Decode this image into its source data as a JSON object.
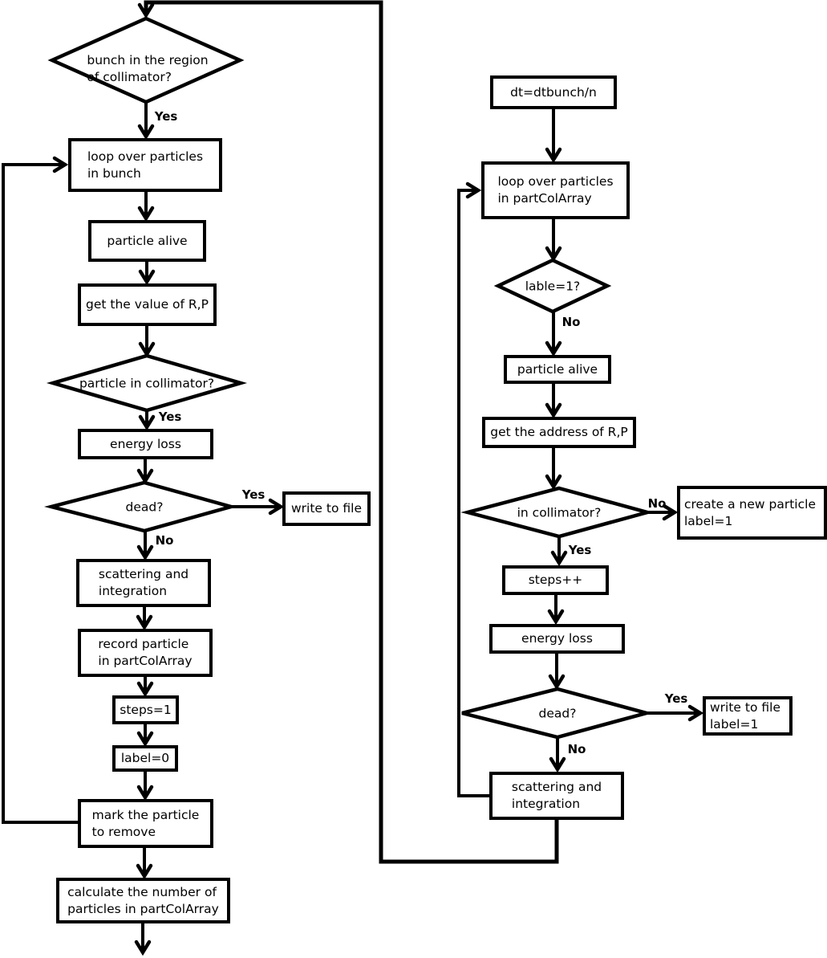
{
  "colors": {
    "ink": "#000000",
    "paper": "#ffffff"
  },
  "nodes": {
    "bunch_region": "bunch in the region\nof collimator?",
    "loop_bunch": "loop over particles\nin bunch",
    "particle_alive_left": "particle alive",
    "get_value": "get the value of R,P",
    "particle_in_collimator": "particle in collimator?",
    "energy_loss_left": "energy loss",
    "dead_left": "dead?",
    "write_file_left": "write to file",
    "scattering_left": "scattering and\nintegration",
    "record_particle": "record particle\nin partColArray",
    "steps_eq_1": "steps=1",
    "label_eq_0": "label=0",
    "mark_remove": "mark the particle\nto remove",
    "calc_number": "calculate the number of\nparticles in partColArray",
    "dt": "dt=dtbunch/n",
    "loop_partcol": "loop over particles\nin partColArray",
    "lable_eq_1": "lable=1?",
    "particle_alive_right": "particle alive",
    "get_address": "get the address of R,P",
    "in_collimator": "in collimator?",
    "create_new_particle": "create a new particle\nlabel=1",
    "steps_pp": "steps++",
    "energy_loss_right": "energy loss",
    "dead_right": "dead?",
    "write_file_right": "write to file\nlabel=1",
    "scattering_right": "scattering and\nintegration"
  },
  "edge_labels": {
    "yes_bunch": "Yes",
    "yes_collimator": "Yes",
    "yes_dead_left": "Yes",
    "no_dead_left": "No",
    "no_lable": "No",
    "no_in_collimator": "No",
    "yes_in_collimator": "Yes",
    "yes_dead_right": "Yes",
    "no_dead_right": "No"
  }
}
